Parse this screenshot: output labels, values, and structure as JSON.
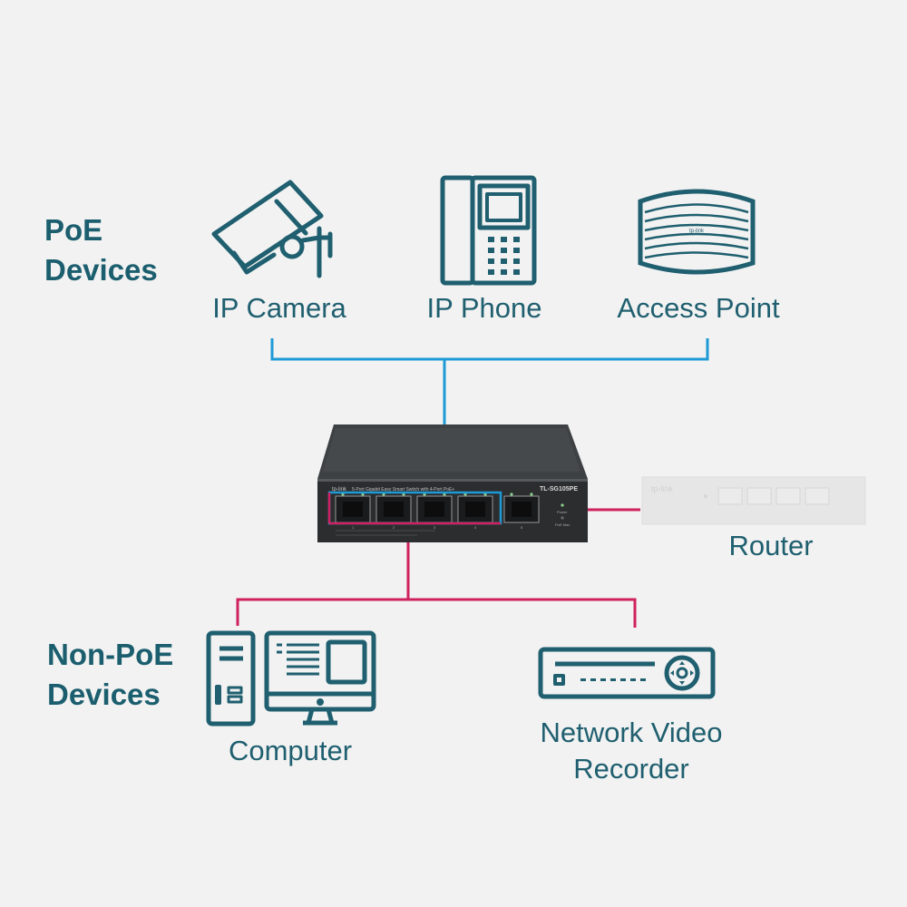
{
  "groups": {
    "poe": {
      "line1": "PoE",
      "line2": "Devices"
    },
    "non_poe": {
      "line1": "Non-PoE",
      "line2": "Devices"
    }
  },
  "devices": {
    "ip_camera": "IP Camera",
    "ip_phone": "IP Phone",
    "access_point": "Access Point",
    "router": "Router",
    "computer": "Computer",
    "nvr_line1": "Network Video",
    "nvr_line2": "Recorder"
  },
  "switch": {
    "model": "TL-SG105PE",
    "brand": "tp-link",
    "description": "5-Port Gigabit Easy Smart Switch with 4-Port PoE+",
    "port_numbers": [
      "1",
      "2",
      "3",
      "4",
      "5"
    ],
    "led_power": "Power",
    "led_poe_max": "PoE Max"
  },
  "router_brand": "tp-link",
  "ap_brand": "tp-link",
  "colors": {
    "icon": "#1f5f6f",
    "poe_line": "#1e9ad6",
    "non_poe_line": "#d0215f",
    "background": "#f2f2f2"
  },
  "icons": [
    "camera-icon",
    "phone-icon",
    "access-point-icon",
    "computer-icon",
    "nvr-icon"
  ]
}
